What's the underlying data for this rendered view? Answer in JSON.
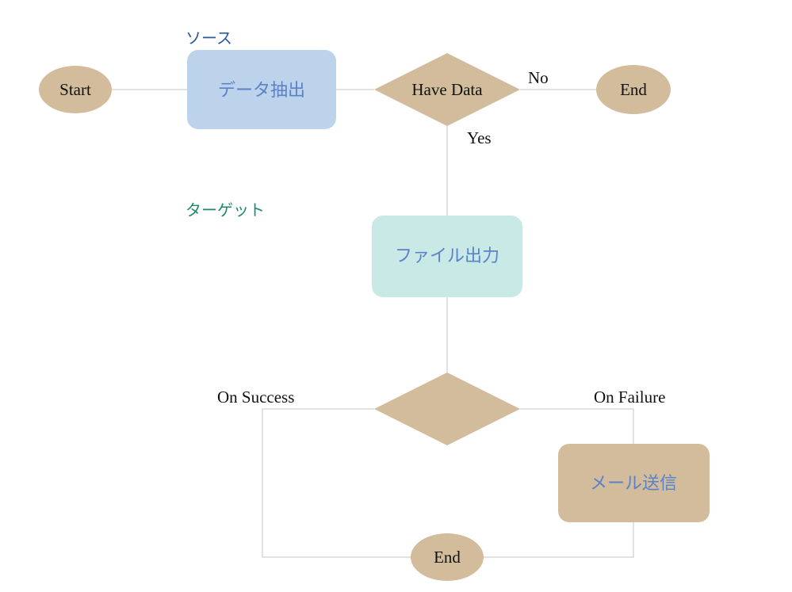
{
  "colors": {
    "terminal_fill": "#d3bc9b",
    "decision_fill": "#d3bc9b",
    "source_box_fill": "#bdd3ec",
    "target_box_fill": "#c8e9e5",
    "mail_box_fill": "#d3bc9b",
    "box_text": "#5b82c8",
    "connector": "#d9d9d9",
    "source_label": "#2e5a9c",
    "target_label": "#1e8a6e"
  },
  "sections": {
    "source": "ソース",
    "target": "ターゲット"
  },
  "nodes": {
    "start": "Start",
    "extract": "データ抽出",
    "have_data": "Have Data",
    "end_top": "End",
    "file_output": "ファイル出力",
    "result_decision": "",
    "send_mail": "メール送信",
    "end_bottom": "End"
  },
  "edges": {
    "no": "No",
    "yes": "Yes",
    "on_success": "On Success",
    "on_failure": "On Failure"
  }
}
